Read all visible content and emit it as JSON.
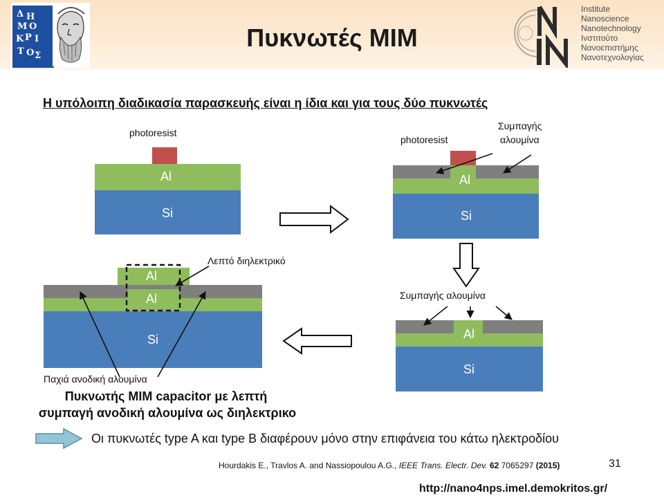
{
  "header": {
    "title": "Πυκνωτές MIM",
    "logo_left_letters": [
      "Δ",
      "Η",
      "Μ",
      "Ο",
      "Κ",
      "Ρ",
      "Ι",
      "Τ",
      "Ο",
      "Σ"
    ],
    "logo_right_text": [
      "Institute",
      "Nanoscience",
      "Nanotechnology",
      "Ινστιτούτο",
      "Νανοεπιστήμης",
      "Νανοτεχνολογίας"
    ]
  },
  "subtitle": "Η υπόλοιπη διαδικασία παρασκευής είναι η ίδια και για τους δύο πυκνωτές",
  "diagram": {
    "step1": {
      "photoresist": "photoresist",
      "al": "Al",
      "si": "Si"
    },
    "step2": {
      "photoresist": "photoresist",
      "alumina_line1": "Συμπαγής",
      "alumina_line2": "αλουμίνα",
      "al": "Al",
      "si": "Si"
    },
    "step3": {
      "alumina": "Συμπαγής αλουμίνα",
      "al": "Al",
      "si": "Si"
    },
    "step4": {
      "thin_dielectric": "Λεπτό διηλεκτρικό",
      "al_top": "Al",
      "al_bottom": "Al",
      "si": "Si",
      "thick_alumina": "Παχιά ανοδική αλουμίνα"
    },
    "caption_line1": "Πυκνωτής MIM capacitor με λεπτή",
    "caption_line2": "συμπαγή ανοδική αλουμίνα ως διηλεκτρικο"
  },
  "colors": {
    "si": "#4a7ebb",
    "al": "#8fbc5c",
    "photoresist": "#c0504d",
    "alumina": "#7f7f7f",
    "note_arrow": "#95c3d8"
  },
  "note": "Οι πυκνωτές type A και type B διαφέρουν μόνο στην επιφάνεια του κάτω ηλεκτροδίου",
  "reference": {
    "authors": "Hourdakis E., Travlos A. and Nassiopoulou A.G., ",
    "journal": "IEEE Trans. Electr. Dev.",
    "volume": " 62",
    "pages": " 7065297 ",
    "year": "(2015)"
  },
  "page_number": "31",
  "url": "http://nano4nps.imel.demokritos.gr/"
}
